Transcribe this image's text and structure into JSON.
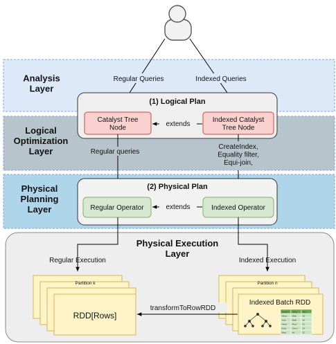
{
  "layers": {
    "analysis": "Analysis\nLayer",
    "logical_optimization": "Logical\nOptimization\nLayer",
    "physical_planning": "Physical\nPlanning\nLayer",
    "physical_execution": "Physical Execution\nLayer"
  },
  "boxes": {
    "logical_plan": "(1) Logical Plan",
    "catalyst_tree_node": "Catalyst Tree\nNode",
    "indexed_catalyst_tree_node": "Indexed Catalyst\nTree Node",
    "physical_plan": "(2) Physical Plan",
    "regular_operator": "Regular Operator",
    "indexed_operator": "Indexed Operator"
  },
  "edge_labels": {
    "regular_queries_top": "Regular Queries",
    "indexed_queries_top": "Indexed Queries",
    "extends_logical": "extends",
    "regular_queries_mid": "Regular queries",
    "index_ops": "CreateIndex,\nEquality filter,\nEqui-join,",
    "extends_physical": "extends",
    "regular_execution": "Regular Execution",
    "indexed_execution": "Indexed Execution",
    "transform": "transformToRowRDD"
  },
  "partitions": {
    "left_label": "Partition k",
    "right_label": "Partition n",
    "rdd_rows": "RDD[Rows]",
    "indexed_batch_rdd": "Indexed Batch RDD"
  },
  "mini_table": {
    "header": [
      "Student",
      "Class",
      "Age"
    ],
    "rows": [
      [
        "Helen",
        "Math",
        "20"
      ],
      [
        "John",
        "Math",
        "26"
      ],
      [
        "Helen",
        "Phys",
        "21"
      ],
      [
        "Kelly",
        "Chem",
        "24"
      ],
      [
        "Mary",
        "Art",
        "22"
      ]
    ]
  },
  "colors": {
    "analysis_bg": "#dde9f8",
    "logical_bg": "#b8c4cc",
    "physical_bg": "#aed5ea",
    "execution_bg": "#eeeeee",
    "plan_box": "#f0f0f0",
    "red_fill": "#f9d2d0",
    "red_stroke": "#c84848",
    "green_fill": "#d6e8cf",
    "green_stroke": "#82b366",
    "partition_fill": "#fff4c8",
    "partition_stroke": "#d6b656",
    "table_header": "#6aa84f",
    "table_row": "#c9e2bf"
  }
}
